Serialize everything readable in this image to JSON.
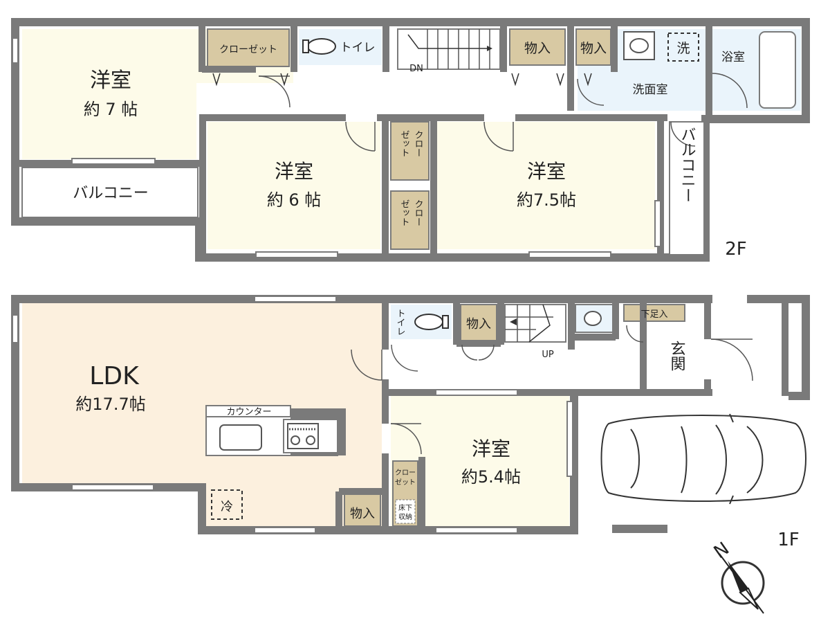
{
  "floor_labels": {
    "second": "2F",
    "first": "1F"
  },
  "rooms_2f": {
    "west_room": {
      "name": "洋室",
      "size": "約 7 帖"
    },
    "mid_room": {
      "name": "洋室",
      "size": "約 6 帖"
    },
    "east_room": {
      "name": "洋室",
      "size": "約7.5帖"
    },
    "closet_top": "クローゼット",
    "toilet": "トイレ",
    "storage_1": "物入",
    "storage_2": "物入",
    "washroom": "洗面室",
    "washer": "洗",
    "bathroom": "浴室",
    "closet_v1": [
      "クロー",
      "ゼット"
    ],
    "closet_v2": [
      "クロー",
      "ゼット"
    ],
    "balcony_west": "バルコニー",
    "balcony_east": "バルコニー",
    "stairs_dn": "DN"
  },
  "rooms_1f": {
    "ldk": {
      "name": "LDK",
      "size": "約17.7帖"
    },
    "counter": "カウンター",
    "fridge": "冷",
    "storage_ldk": "物入",
    "toilet": "トイレ",
    "storage_hall": "物入",
    "stairs_up": "UP",
    "shoe_storage": "下足入",
    "entrance": "玄関",
    "room": {
      "name": "洋室",
      "size": "約5.4帖"
    },
    "closet": [
      "クロー",
      "ゼット"
    ],
    "underfloor": [
      "床下",
      "収納"
    ]
  },
  "compass": {
    "north": "N"
  },
  "colors": {
    "wall": "#7a7a7a",
    "room_cream": "#fdfbe9",
    "ldk_floor": "#fcf0de",
    "wet_area": "#eaf4fb",
    "storage": "#d8c9a3",
    "white": "#ffffff"
  }
}
